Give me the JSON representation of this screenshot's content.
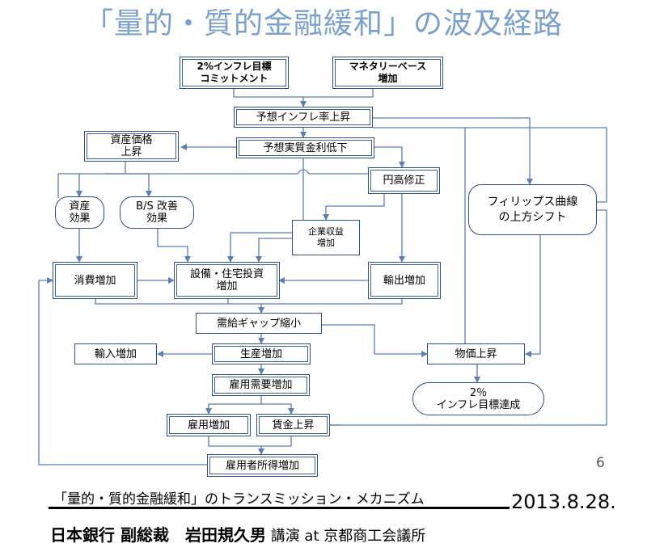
{
  "title": "「量的・質的金融緩和」の波及経路",
  "nodes": {
    "inflation_target_commitment": "2%インフレ目標\nコミットメント",
    "monetary_base_increase": "マネタリーベース\n増加",
    "expected_inflation_rise": "予想インフレ率上昇",
    "asset_price_rise": "資産価格\n上昇",
    "expected_real_rate_fall": "予想実質金利低下",
    "yen_depreciation": "円高修正",
    "wealth_effect": "資産\n効果",
    "bs_improvement_effect": "B/S 改善\n効果",
    "phillips_curve_shift": "フィリップス曲線\nの上方シフト",
    "corporate_profit_increase": "企業収益\n増加",
    "consumption_increase": "消費増加",
    "capex_housing_increase": "設備・住宅投資\n増加",
    "export_increase": "輸出増加",
    "output_gap_shrink": "需給ギャップ縮小",
    "import_increase": "輸入増加",
    "production_increase": "生産増加",
    "price_rise": "物価上昇",
    "labor_demand_increase": "雇用需要増加",
    "target_achievement": "2％\nインフレ目標達成",
    "employment_increase": "雇用増加",
    "wage_increase": "賃金上昇",
    "employee_income_increase": "雇用者所得増加"
  },
  "page_number": "6",
  "caption": "「量的・質的金融緩和」のトランスミッション・メカニズム",
  "date": "2013.8.28.",
  "speaker": {
    "org_title": "日本銀行 副総裁　岩田規久男",
    "event": " 講演 at 京都商工会議所"
  },
  "colors": {
    "title": "#7aa0cd",
    "box_border": "#2f4f7f",
    "arrow": "#5b7eb5"
  }
}
